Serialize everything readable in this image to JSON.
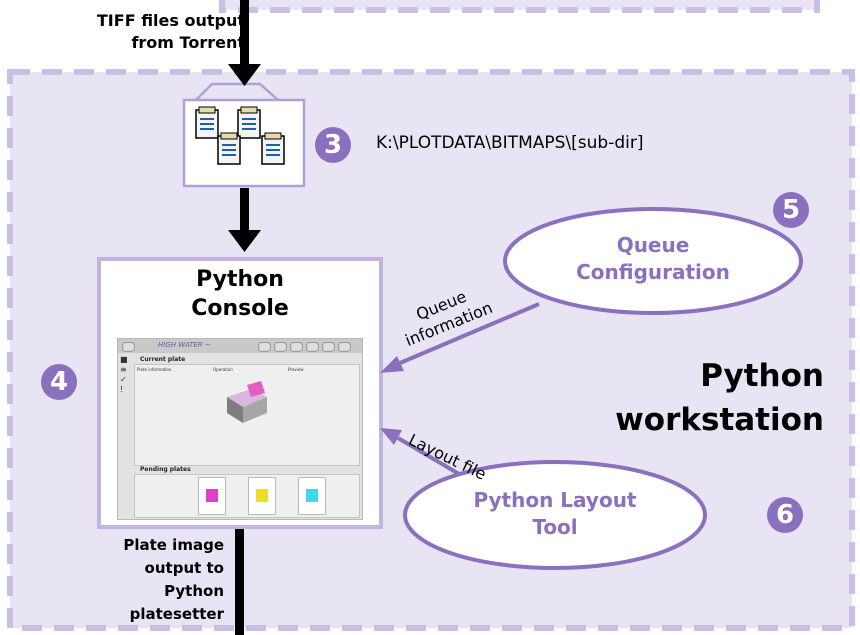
{
  "tiff_label": [
    "TIFF files output",
    "from Torrent"
  ],
  "path_label": "K:\\PLOTDATA\\BITMAPS\\[sub-dir]",
  "step_numbers": [
    "3",
    "4",
    "5",
    "6"
  ],
  "console_title": [
    "Python",
    "Console"
  ],
  "queue_config": [
    "Queue",
    "Configuration"
  ],
  "layout_tool": [
    "Python Layout",
    "Tool"
  ],
  "workstation": [
    "Python",
    "workstation"
  ],
  "queue_info_label": [
    "Queue",
    "information"
  ],
  "layout_file_label": "Layout file",
  "plate_label": [
    "Plate image",
    "output to",
    "Python",
    "platesetter"
  ],
  "screenshot": {
    "current_plate": "Current plate",
    "pending_plates": "Pending plates",
    "col_info": "Plate information",
    "col_operation": "Operation",
    "col_preview": "Preview"
  },
  "colors": {
    "accent": "#8a70bd",
    "region_fill": "#e8e4f3",
    "region_border": "#c8bfe3",
    "frame": "#c2b4e0",
    "magenta": "#e040c8",
    "yellow": "#e8e020",
    "cyan": "#40d8e8"
  }
}
